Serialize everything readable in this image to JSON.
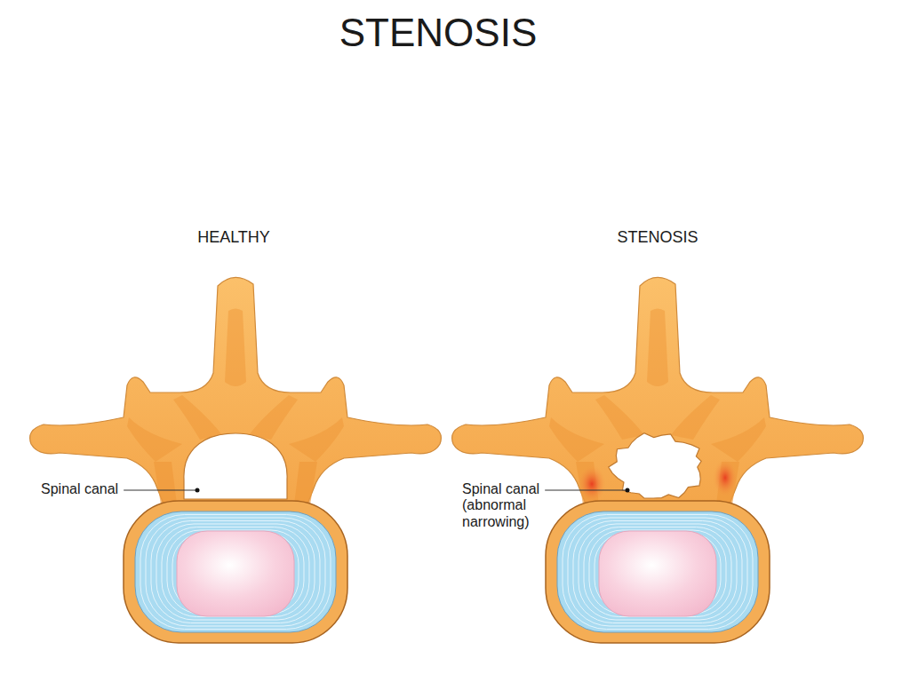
{
  "diagram": {
    "title": "STENOSIS",
    "labels": [
      "HEALTHY",
      "STENOSIS",
      "Spinal canal",
      "Spinal canal (abnormal narrowing)"
    ]
  }
}
